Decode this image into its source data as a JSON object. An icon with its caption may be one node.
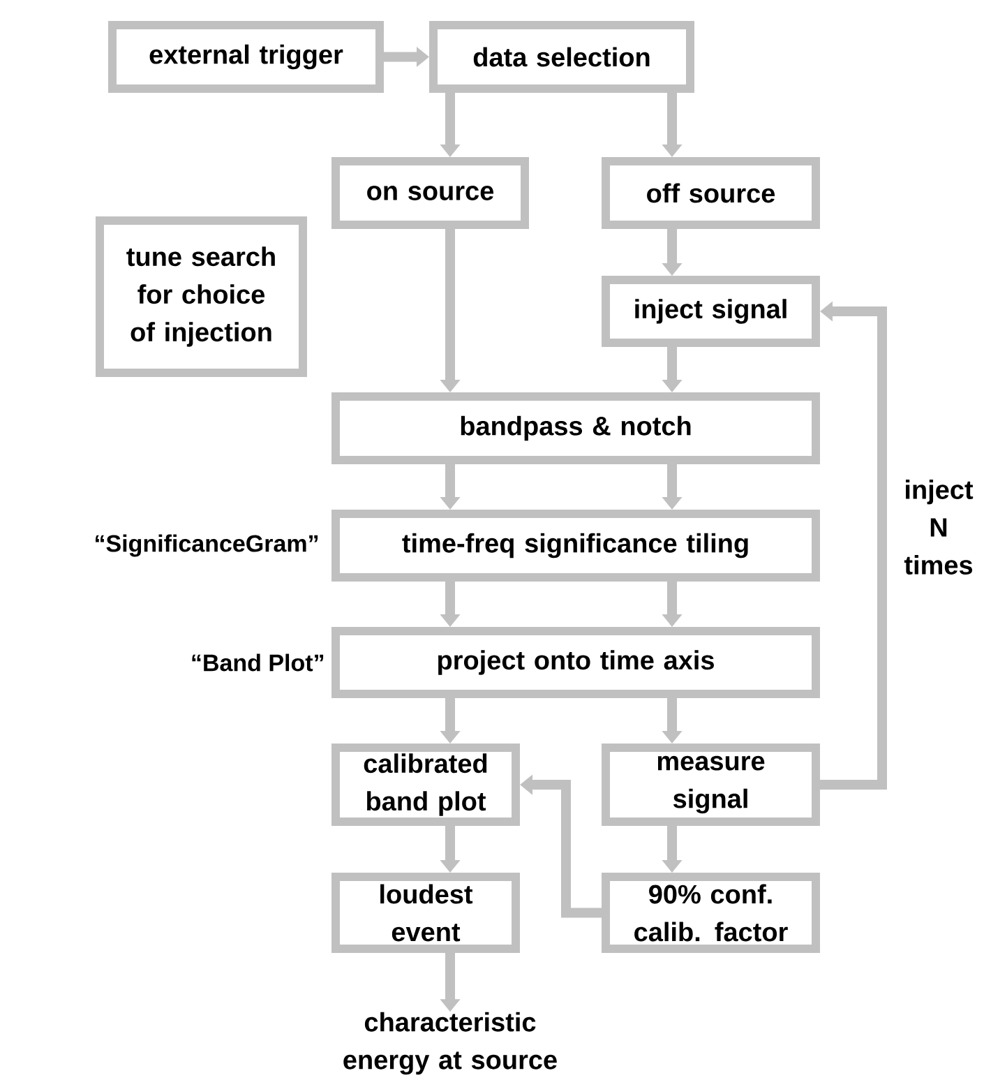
{
  "diagram": {
    "nodes": [
      {
        "text": [
          "external trigger"
        ]
      },
      {
        "text": [
          "data selection"
        ]
      },
      {
        "text": [
          "on source"
        ]
      },
      {
        "text": [
          "off source"
        ]
      },
      {
        "text": [
          "tune search for choice of injection"
        ]
      },
      {
        "text": [
          "inject signal"
        ]
      },
      {
        "text": [
          "bandpass & notch"
        ]
      },
      {
        "text": [
          "time-freq significance tiling"
        ],
        "beside": [
          "“SignificanceGram”"
        ]
      },
      {
        "text": [
          "project onto time axis"
        ],
        "beside": [
          "“Band Plot”"
        ]
      },
      {
        "text": [
          "calibrated band plot"
        ]
      },
      {
        "text": [
          "measure signal"
        ]
      },
      {
        "text": [
          "loudest event"
        ]
      },
      {
        "text": [
          "90% conf. calib. factor"
        ]
      },
      {
        "text": [
          "characteristic energy at source"
        ]
      }
    ],
    "edges": [
      {
        "from": 0,
        "to": 1,
        "arrow": "to"
      },
      {
        "from": 1,
        "to": 2,
        "arrow": "to"
      },
      {
        "from": 1,
        "to": 3,
        "arrow": "to"
      },
      {
        "from": 2,
        "to": 6,
        "arrow": "to"
      },
      {
        "from": 3,
        "to": 5,
        "arrow": "to"
      },
      {
        "from": 5,
        "to": 6,
        "arrow": "to"
      },
      {
        "from": 6,
        "to": 7,
        "arrow": "to"
      },
      {
        "from": 6,
        "to": 7,
        "arrow": "to"
      },
      {
        "from": 7,
        "to": 8,
        "arrow": "to"
      },
      {
        "from": 7,
        "to": 8,
        "arrow": "to"
      },
      {
        "from": 8,
        "to": 9,
        "arrow": "to"
      },
      {
        "from": 8,
        "to": 10,
        "arrow": "to"
      },
      {
        "from": 10,
        "to": 5,
        "arrow": "to",
        "label": "inject N times"
      },
      {
        "from": 10,
        "to": 12,
        "arrow": "to"
      },
      {
        "from": 12,
        "to": 9,
        "arrow": "to"
      },
      {
        "from": 9,
        "to": 11,
        "arrow": "to"
      },
      {
        "from": 11,
        "to": 13,
        "arrow": "to"
      }
    ]
  }
}
